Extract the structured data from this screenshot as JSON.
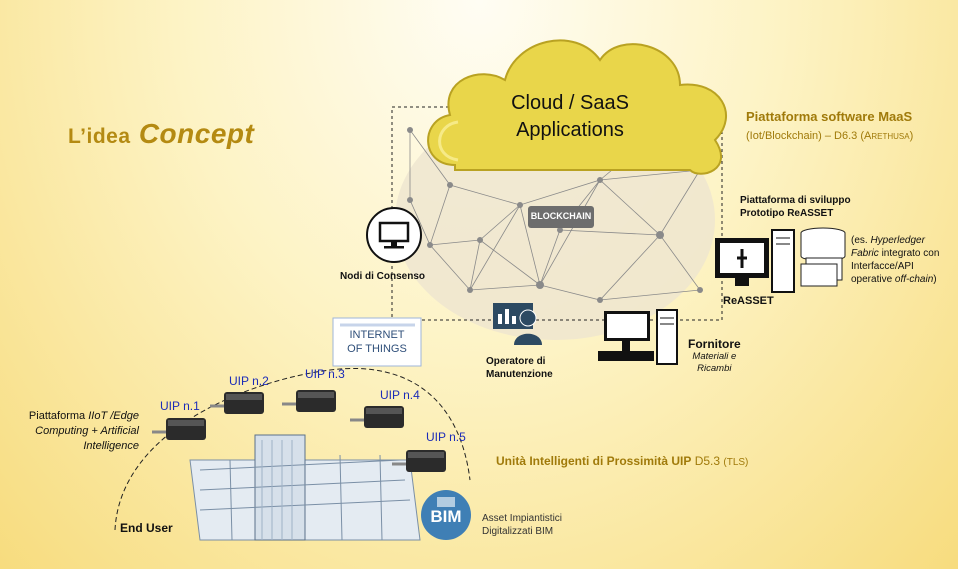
{
  "title": {
    "part1": "L’idea",
    "part2": "Concept"
  },
  "cloud": {
    "line1": "Cloud / SaaS",
    "line2": "Applications"
  },
  "maas": {
    "title": "Piattaforma software MaaS",
    "sub_a": "(Iot/Blockchain) – D6.3 (",
    "sub_b": "Arethusa",
    "sub_c": ")"
  },
  "blockchain_label": "BLOCKCHAIN",
  "dev_platform": {
    "line1": "Piattaforma  di sviluppo",
    "line2": "Prototipo ReASSET"
  },
  "reasset": "ReASSET",
  "hyperledger": {
    "l1a": "(es. ",
    "l1b": "Hyperledger",
    "l2a": "Fabric",
    "l2b": " integrato con",
    "l3": "Interfacce/API",
    "l4a": "operative ",
    "l4b": "off-chain",
    "l4c": ")"
  },
  "consensus": "Nodi di Consenso",
  "iot": {
    "line1": "INTERNET",
    "line2": "OF THINGS"
  },
  "operator": {
    "line1": "Operatore di",
    "line2": "Manutenzione"
  },
  "supplier": {
    "title": "Fornitore",
    "sub1": "Materiali e",
    "sub2": "Ricambi"
  },
  "edge": {
    "l1a": "Piattaforma ",
    "l1b": "IIoT /Edge",
    "l2": "Computing + Artificial",
    "l3": "Intelligence"
  },
  "uips": [
    "UIP n.1",
    "UIP n.2",
    "UIP n.3",
    "UIP n.4",
    "UIP n.5"
  ],
  "uip_unit": {
    "a": "Unità Intelligenti di Prossimità UIP",
    "b": " D5.3 ",
    "c": "(TLS)"
  },
  "end_user": "End User",
  "bim": {
    "badge": "BIM",
    "line1": "Asset Impiantistici",
    "line2": "Digitalizzati BIM"
  },
  "colors": {
    "title": "#b48a12",
    "uip": "#1b2bb8",
    "cloud": "#e9d64a",
    "network": "#7a7a7a"
  }
}
